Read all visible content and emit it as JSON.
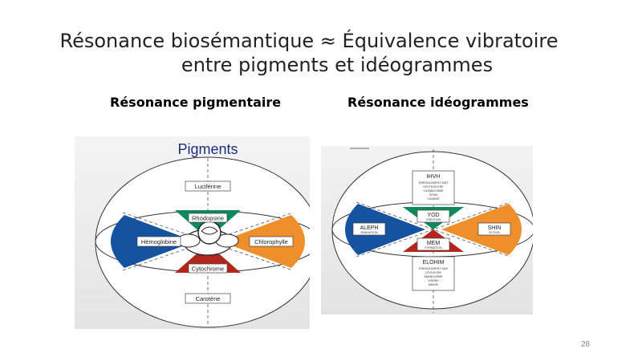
{
  "title": {
    "line1": "Résonance biosémantique ≈  Équivalence vibratoire",
    "line2": "entre pigments et idéogrammes"
  },
  "left_heading": "Résonance pigmentaire",
  "right_heading": "Résonance idéogrammes",
  "page_number": "28",
  "left_diagram": {
    "title": "Pigments",
    "top_label": "Luciférine",
    "bottom_label": "Carotène",
    "upper_label": "Rhodopsine",
    "lower_label": "Cytochrome",
    "left_label": "Hémoglobine",
    "right_label": "Chlorophylle",
    "colors": {
      "green": "#0e8a5a",
      "red": "#b3261e",
      "blue": "#1552a0",
      "orange": "#ef8f2c",
      "title": "#1d2f7a"
    }
  },
  "right_diagram": {
    "top": {
      "name": "IHVH",
      "sub": [
        "ENROULEMENT ADN",
        "DEXTROGYRE",
        "CATABOLISME",
        "SHIVA",
        "CHANGE"
      ]
    },
    "bottom": {
      "name": "ELOHIM",
      "sub": [
        "ENROULEMENT ADN",
        "LEVOGYRE",
        "ANABOLISME",
        "VISHNU",
        "MASSE"
      ]
    },
    "upper": {
      "name": "YOD",
      "sub": "CRÉATION"
    },
    "lower": {
      "name": "MEM",
      "sub": "FORMATION"
    },
    "left": {
      "name": "ALEPH",
      "sub": "ÉMANATION"
    },
    "right": {
      "name": "SHIN",
      "sub": "ACTION"
    }
  }
}
